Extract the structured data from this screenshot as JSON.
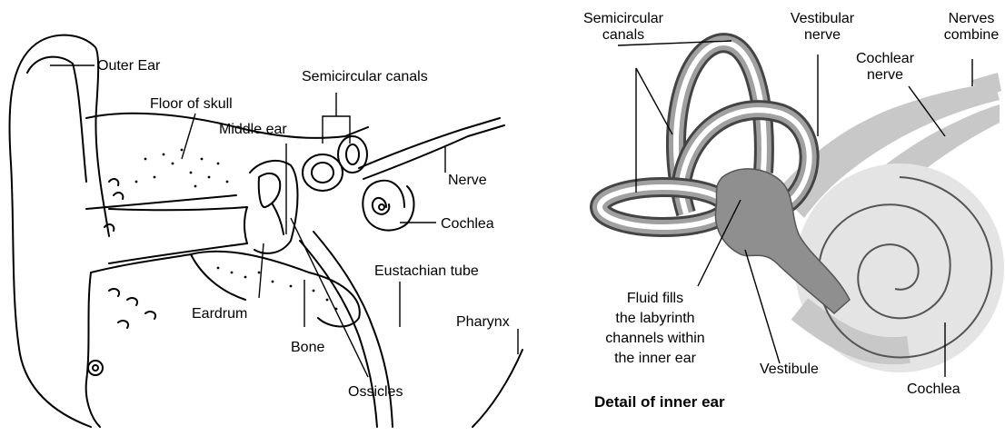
{
  "left_diagram": {
    "labels": {
      "outer_ear": "Outer Ear",
      "floor_of_skull": "Floor of skull",
      "middle_ear": "Middle ear",
      "semicircular_canals": "Semicircular canals",
      "nerve": "Nerve",
      "cochlea": "Cochlea",
      "eustachian_tube": "Eustachian tube",
      "pharynx": "Pharynx",
      "eardrum": "Eardrum",
      "bone": "Bone",
      "ossicles": "Ossicles"
    }
  },
  "right_diagram": {
    "labels": {
      "semicircular_line1": "Semicircular",
      "semicircular_line2": "canals",
      "vestibular_line1": "Vestibular",
      "vestibular_line2": "nerve",
      "nerves_line1": "Nerves",
      "nerves_line2": "combine",
      "cochlear_line1": "Cochlear",
      "cochlear_line2": "nerve",
      "fluid_line1": "Fluid fills",
      "fluid_line2": "the labyrinth",
      "fluid_line3": "channels within",
      "fluid_line4": "the inner ear",
      "vestibule": "Vestibule",
      "cochlea": "Cochlea",
      "caption": "Detail of inner ear"
    }
  }
}
